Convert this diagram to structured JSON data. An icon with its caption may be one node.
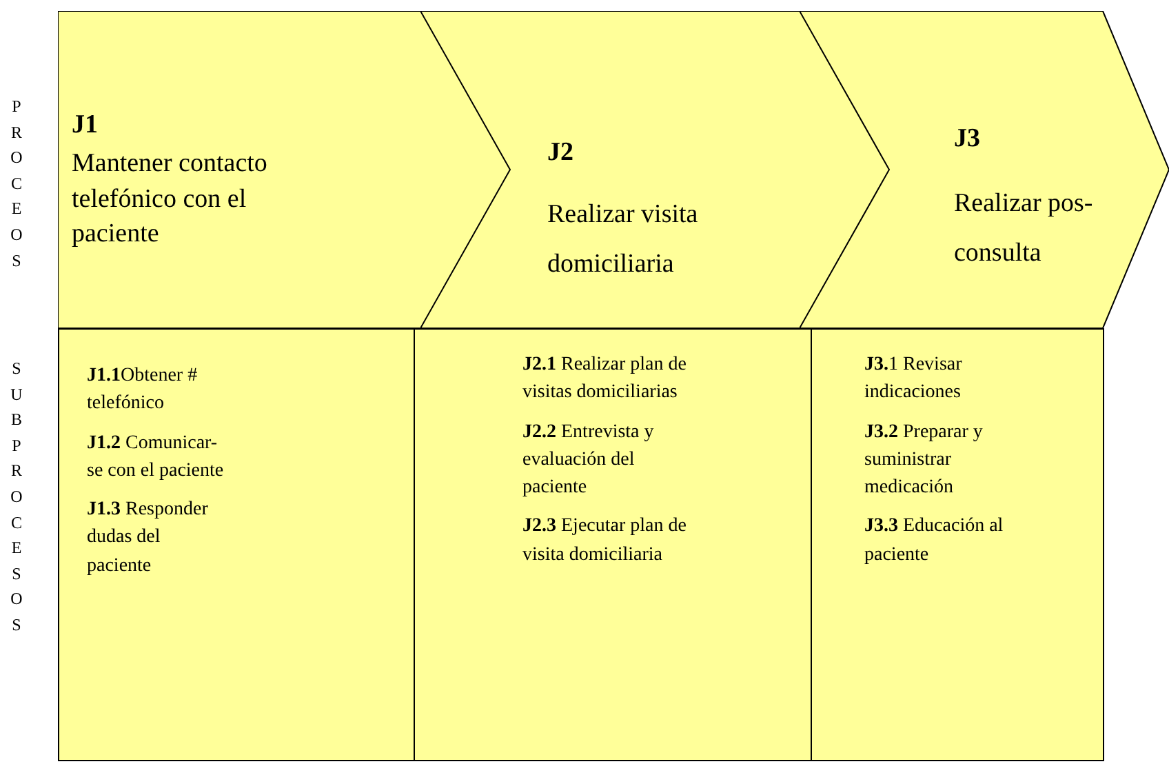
{
  "diagram": {
    "nodes": [
      {
        "text": [
          "J1",
          "Mantener contacto telefónico con el paciente"
        ]
      },
      {
        "text": [
          "J2",
          "Realizar visita domiciliaria"
        ]
      },
      {
        "text": [
          "J3",
          "Realizar pos- consulta"
        ]
      },
      {
        "text": [
          "**J1.1**Obtener # telefónico",
          "**J1.2** Comunicar- se con el paciente",
          "**J1.3** Responder dudas del paciente"
        ]
      },
      {
        "text": [
          "**J2.1** Realizar plan de visitas domiciliarias",
          "**J2.2** Entrevista y evaluación del paciente",
          "**J2.3** Ejecutar plan de visita domiciliaria"
        ]
      },
      {
        "text": [
          "**J3.**1 Revisar indicaciones",
          "**J3.2** Preparar y suministrar medicación",
          "**J3.3** Educación al paciente"
        ]
      }
    ],
    "labels": [
      "PROCEOS",
      "SUBPROCESOS"
    ]
  }
}
